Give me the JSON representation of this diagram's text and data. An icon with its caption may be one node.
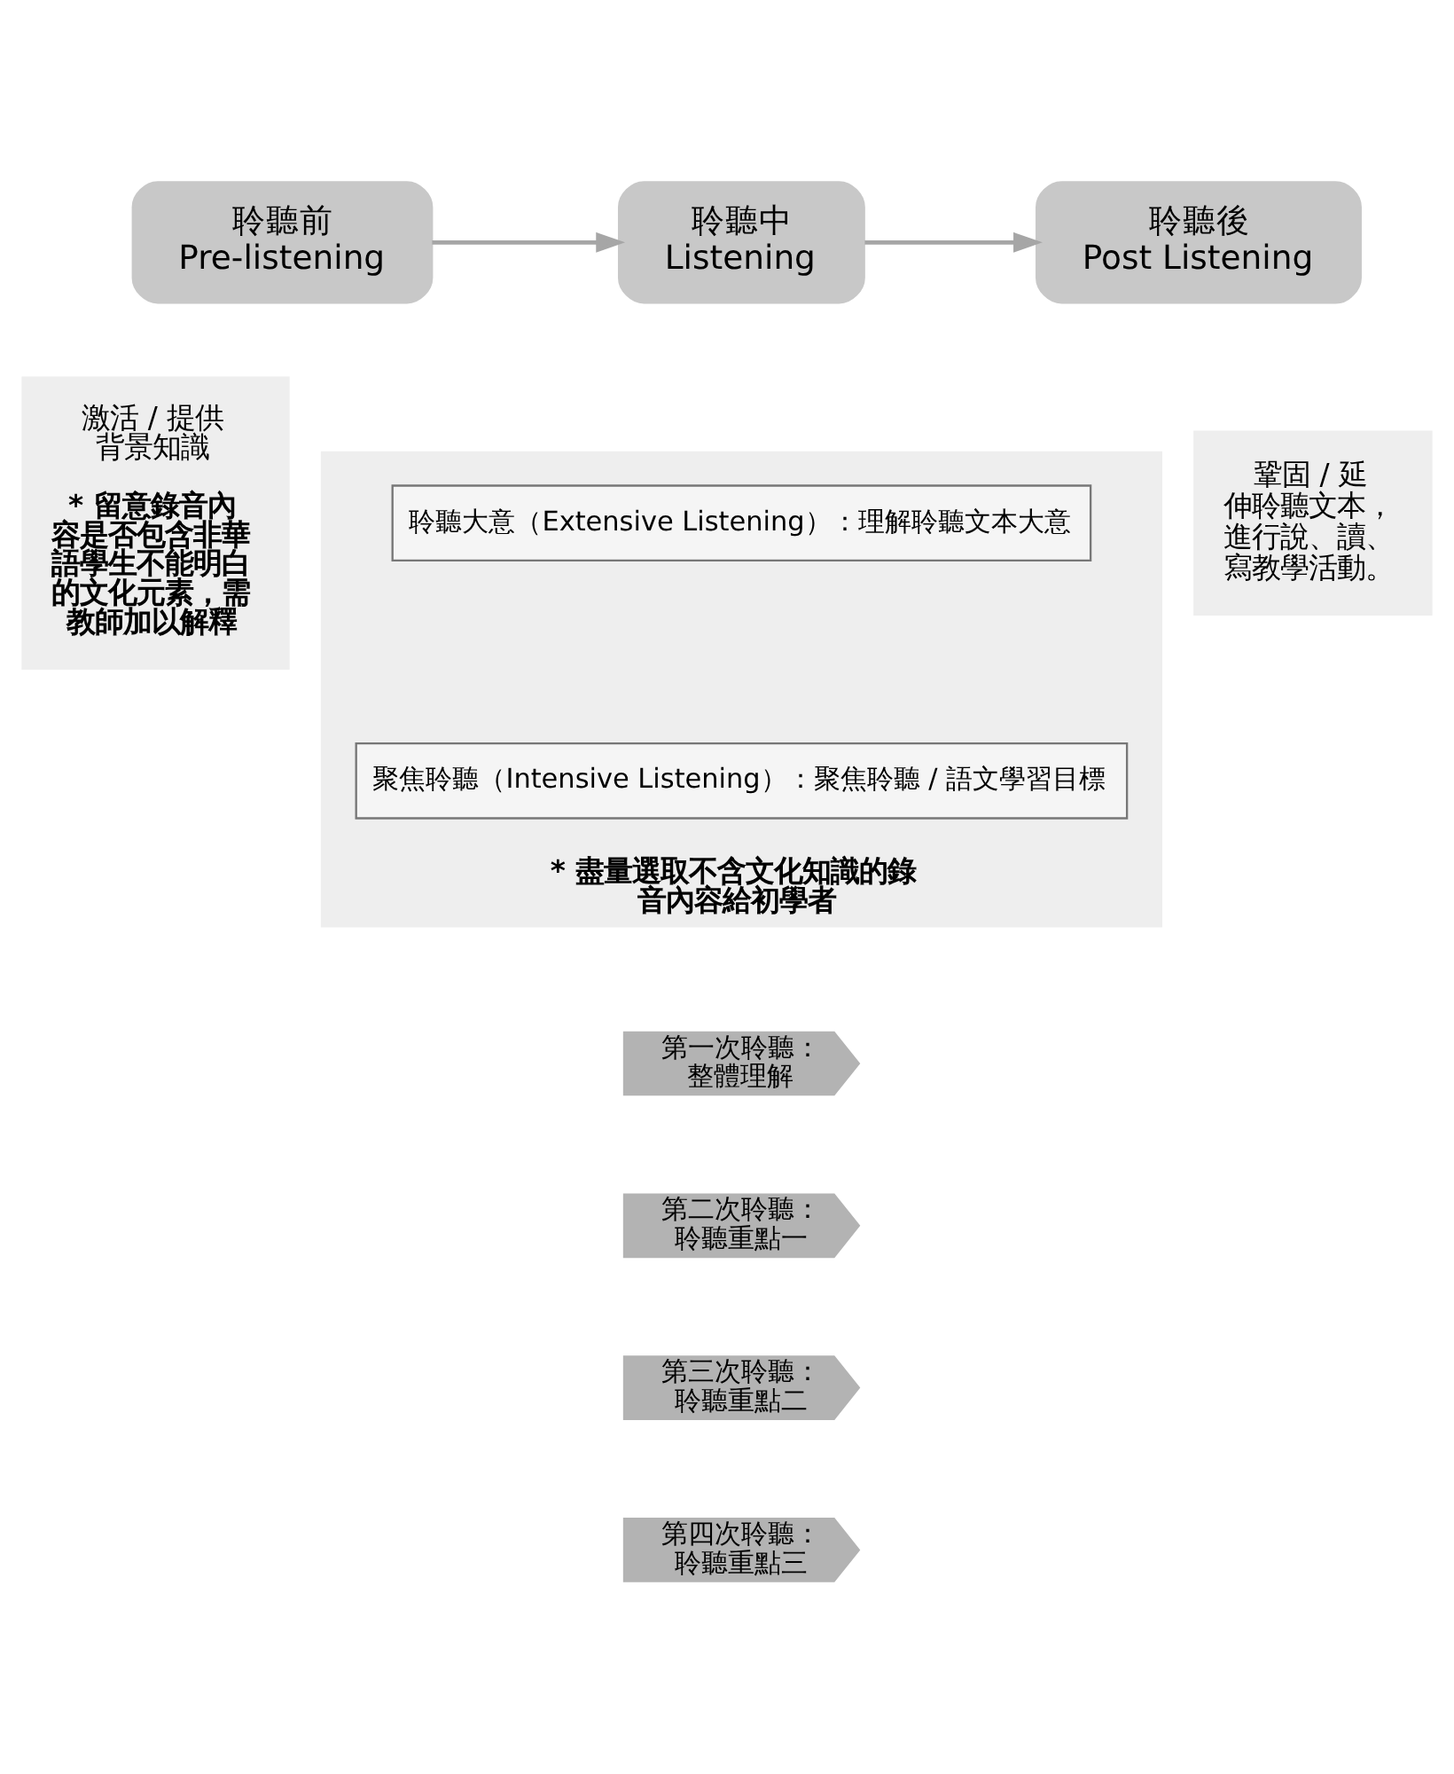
{
  "diagram": {
    "nodes": [
      {
        "text": [
          "聆聽前",
          "Pre-listening"
        ]
      },
      {
        "text": [
          "聆聽中",
          "Listening"
        ]
      },
      {
        "text": [
          "聆聽後",
          "Post Listening"
        ]
      },
      {
        "text": [
          "激活 / 提供背景知識",
          "* 留意錄音內容是否包含非華語學生不能明白的文化元素，需教師加以解釋"
        ]
      },
      {
        "text": [
          "* 盡量選取不含文化知識的錄音內容給初學者"
        ]
      },
      {
        "text": [
          "聆聽大意（Extensive Listening）：理解聆聽文本大意"
        ],
        "in": 4
      },
      {
        "text": [
          "聚焦聆聽（Intensive Listening）：聚焦聆聽 / 語文學習目標"
        ],
        "in": 4
      },
      {
        "text": [
          "鞏固 / 延伸聆聽文本，進行說、讀、寫教學活動。"
        ]
      },
      {
        "text": [
          "第一次聆聽：",
          "整體理解"
        ]
      },
      {
        "text": [
          "第二次聆聽：",
          "聆聽重點一"
        ]
      },
      {
        "text": [
          "第三次聆聽：",
          "聆聽重點二"
        ]
      },
      {
        "text": [
          "第四次聆聽：",
          "聆聽重點三"
        ]
      }
    ],
    "edges": [
      {
        "from": 0,
        "to": 1,
        "arrow": "to"
      },
      {
        "from": 1,
        "to": 2,
        "arrow": "to"
      }
    ]
  }
}
